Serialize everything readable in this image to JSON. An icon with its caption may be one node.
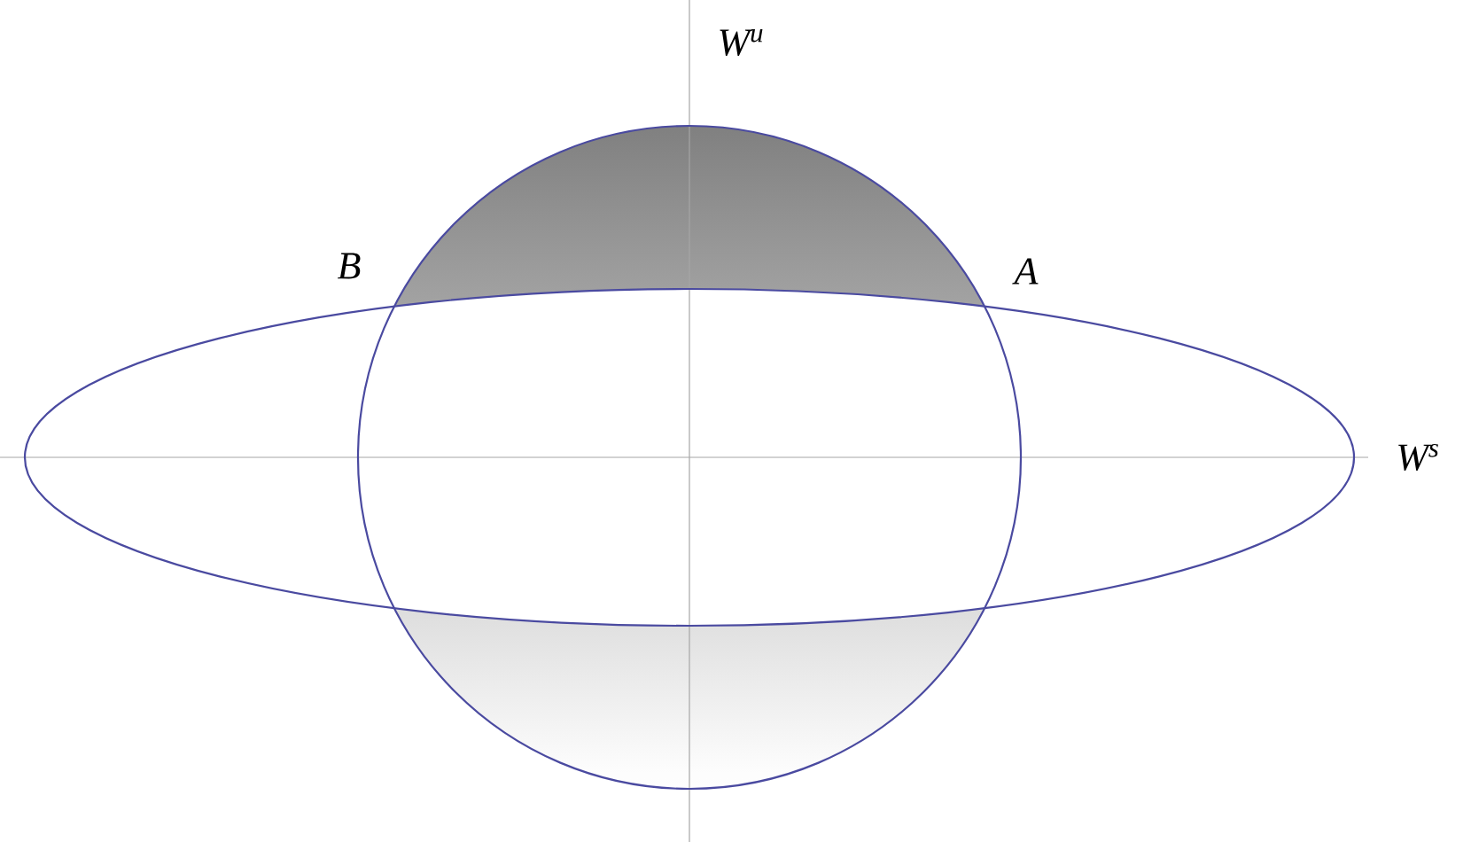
{
  "diagram": {
    "labels": [
      "W$^{u}$",
      "B",
      "A",
      "W$^{s}$"
    ]
  }
}
